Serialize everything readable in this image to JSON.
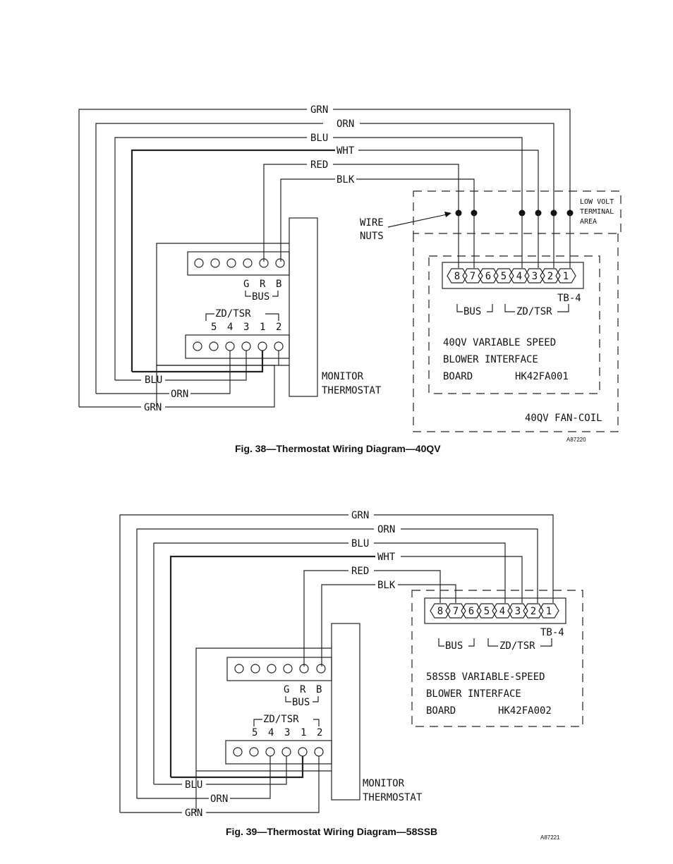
{
  "fig38": {
    "caption": "Fig. 38—Thermostat Wiring Diagram—40QV",
    "code": "A87220",
    "wires": {
      "grn": "GRN",
      "orn": "ORN",
      "blu": "BLU",
      "wht": "WHT",
      "red": "RED",
      "blk": "BLK"
    },
    "wire_nuts": [
      "WIRE",
      "NUTS"
    ],
    "low_volt": [
      "LOW VOLT",
      "TERMINAL",
      "AREA"
    ],
    "tb_terminals": [
      "8",
      "7",
      "6",
      "5",
      "4",
      "3",
      "2",
      "1"
    ],
    "tb_label": "TB-4",
    "board_bus": "BUS",
    "board_zd": "ZD/TSR",
    "board_lines": [
      "40QV VARIABLE SPEED",
      "BLOWER INTERFACE",
      "BOARD"
    ],
    "board_part": "HK42FA001",
    "unit_label": "40QV FAN-COIL",
    "therm_top_labels": [
      "G",
      "R",
      "B"
    ],
    "therm_bus": "BUS",
    "therm_zd": "ZD/TSR",
    "therm_bottom_labels": [
      "5",
      "4",
      "3",
      "1",
      "2"
    ],
    "monitor": [
      "MONITOR",
      "THERMOSTAT"
    ]
  },
  "fig39": {
    "caption": "Fig. 39—Thermostat Wiring Diagram—58SSB",
    "code": "A87221",
    "wires": {
      "grn": "GRN",
      "orn": "ORN",
      "blu": "BLU",
      "wht": "WHT",
      "red": "RED",
      "blk": "BLK"
    },
    "tb_terminals": [
      "8",
      "7",
      "6",
      "5",
      "4",
      "3",
      "2",
      "1"
    ],
    "tb_label": "TB-4",
    "board_bus": "BUS",
    "board_zd": "ZD/TSR",
    "board_lines": [
      "58SSB VARIABLE-SPEED",
      "BLOWER INTERFACE",
      "BOARD"
    ],
    "board_part": "HK42FA002",
    "therm_top_labels": [
      "G",
      "R",
      "B"
    ],
    "therm_bus": "BUS",
    "therm_zd": "ZD/TSR",
    "therm_bottom_labels": [
      "5",
      "4",
      "3",
      "1",
      "2"
    ],
    "monitor": [
      "MONITOR",
      "THERMOSTAT"
    ]
  }
}
